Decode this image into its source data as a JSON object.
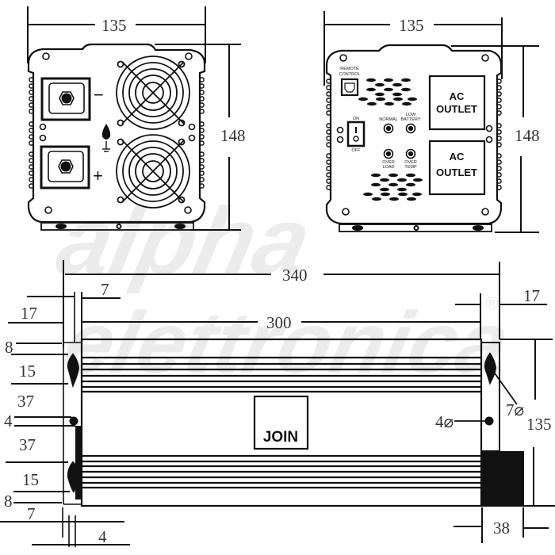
{
  "watermark": {
    "line1": "alpha",
    "line2": "elettronica",
    "registered": "®",
    "color": "#ececec"
  },
  "front_view": {
    "width_dim": "135",
    "height_dim": "148",
    "terminal_negative_sign": "−",
    "terminal_positive_sign": "+"
  },
  "rear_view": {
    "width_dim": "135",
    "height_dim": "148",
    "remote_control_label": [
      "REMOTE",
      "CONTROL"
    ],
    "switch_on_label": "ON",
    "switch_off_label": "OFF",
    "led_labels": {
      "normal": "NORMAL",
      "low_battery": [
        "LOW",
        "BATTERY"
      ],
      "over_load": [
        "OVER",
        "LOAD"
      ],
      "over_temp": [
        "OVER",
        "TEMP"
      ]
    },
    "outlets": [
      {
        "line1": "AC",
        "line2": "OUTLET"
      },
      {
        "line1": "AC",
        "line2": "OUTLET"
      }
    ]
  },
  "top_view": {
    "overall_length_dim": "340",
    "body_length_dim": "300",
    "flange_dim_top": "7",
    "right_offset_dim": "17",
    "height_dim": "135",
    "foot_width_dim": "38",
    "hole_large_dim": "7⌀",
    "hole_small_dim": "4⌀",
    "brand_logo": "JOIN",
    "left_dims": [
      "17",
      "8",
      "15",
      "37",
      "4",
      "37",
      "15",
      "8",
      "7",
      "4"
    ]
  },
  "colors": {
    "line": "#111111",
    "dim_text": "#333333",
    "background": "#ffffff"
  }
}
